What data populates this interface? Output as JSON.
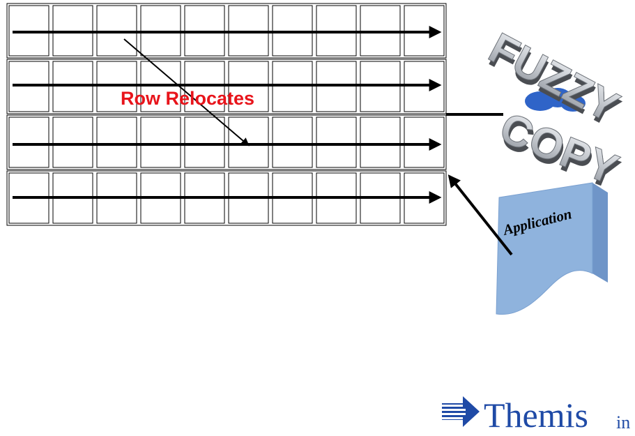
{
  "diagram": {
    "label_row_relocates": "Row Relocates",
    "label_application": "Application",
    "fuzzy_copy": {
      "line1": "FUZZY",
      "line2": "COPY"
    },
    "table": {
      "rows": 4,
      "columns": 10
    }
  },
  "logo": {
    "name": "Themis",
    "suffix": "in"
  },
  "colors": {
    "accent_red": "#e8141b",
    "application_blue": "#8fb3dd",
    "logo_blue": "#1f4aa6",
    "fuzzy_face": "#c9ccd1",
    "cloud_blue": "#2f64c8"
  }
}
